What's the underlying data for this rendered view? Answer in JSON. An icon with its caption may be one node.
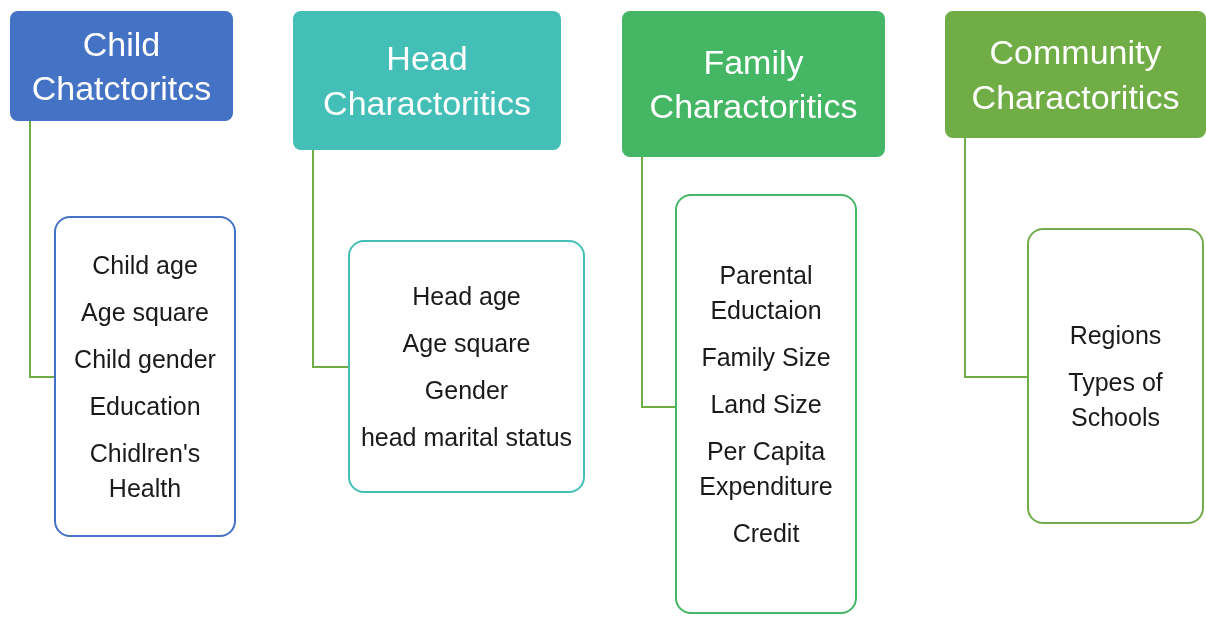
{
  "diagram": {
    "nodes": [
      {
        "text": [
          "Child Chatctoritcs"
        ]
      },
      {
        "text": [
          "Head Charactoritics"
        ]
      },
      {
        "text": [
          "Family Charactoritics"
        ]
      },
      {
        "text": [
          "Community Charactoritics"
        ]
      },
      {
        "text": [
          "Child age",
          "Age square",
          "Child gender",
          "Education",
          "Chidlren's Health"
        ]
      },
      {
        "text": [
          "Head age",
          "Age square",
          "Gender",
          "head marital status"
        ]
      },
      {
        "text": [
          "Parental Eductaion",
          "Family Size",
          "Land Size",
          "Per Capita Expenditure",
          "Credit"
        ]
      },
      {
        "text": [
          "Regions",
          "Types of Schools"
        ]
      }
    ],
    "edges": [
      {
        "from": 0,
        "to": 4,
        "arrow": "none"
      },
      {
        "from": 1,
        "to": 5,
        "arrow": "none"
      },
      {
        "from": 2,
        "to": 6,
        "arrow": "none"
      },
      {
        "from": 3,
        "to": 7,
        "arrow": "none"
      }
    ]
  }
}
